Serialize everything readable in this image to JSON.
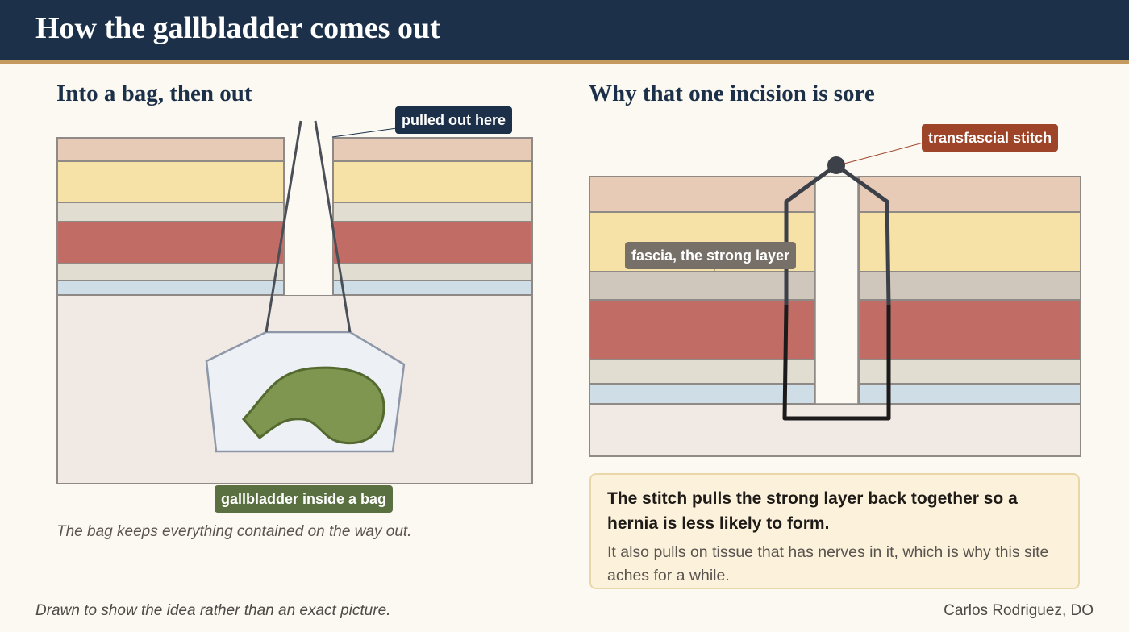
{
  "header": {
    "title": "How the gallbladder comes out"
  },
  "left_panel": {
    "title": "Into a bag, then out",
    "label_top": "pulled out here",
    "label_bottom": "gallbladder inside a bag",
    "caption": "The bag keeps everything contained on the way out."
  },
  "right_panel": {
    "title": "Why that one incision is sore",
    "label_stitch": "transfascial stitch",
    "label_fascia": "fascia, the strong layer",
    "info_strong": "The stitch pulls the strong layer back together so a hernia is less likely to form.",
    "info_sub": "It also pulls on tissue that has nerves in it, which is why this site aches for a while."
  },
  "footer": {
    "note": "Drawn to show the idea rather than an exact picture.",
    "author": "Carlos Rodriguez, DO"
  },
  "colors": {
    "header_bg": "#1c3149",
    "accent_rule": "#c49a5e",
    "skin": "#e8cbb7",
    "fat": "#f6e2a6",
    "fascia": "#cfc7bb",
    "muscle": "#c26c66",
    "peritoneum": "#cfdde6",
    "cavity": "#f1e9e4",
    "gallbladder": "#7e9650",
    "stitch": "#3c4048"
  }
}
